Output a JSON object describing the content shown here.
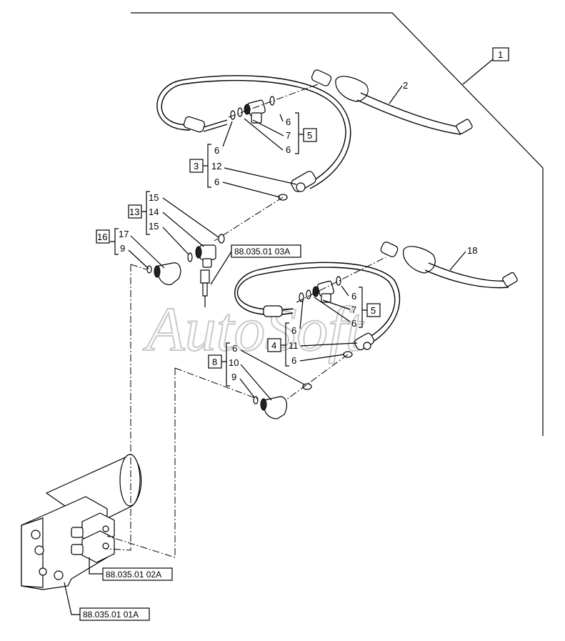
{
  "labels": {
    "l1": "1",
    "l2": "2",
    "l3": "3",
    "l4": "4",
    "l5a": "5",
    "l5b": "5",
    "l6a": "6",
    "l6b": "6",
    "l6c": "6",
    "l6d": "6",
    "l6e": "6",
    "l6f": "6",
    "l6g": "6",
    "l6h": "6",
    "l6i": "6",
    "l7a": "7",
    "l7b": "7",
    "l8": "8",
    "l9a": "9",
    "l9b": "9",
    "l10": "10",
    "l11": "11",
    "l12": "12",
    "l13": "13",
    "l14": "14",
    "l15a": "15",
    "l15b": "15",
    "l16": "16",
    "l17": "17",
    "l18": "18"
  },
  "refs": {
    "r03a": "88.035.01 03A",
    "r02a": "88.035.01 02A",
    "r01a": "88.035.01 01A"
  },
  "watermark": "AutoSoft"
}
